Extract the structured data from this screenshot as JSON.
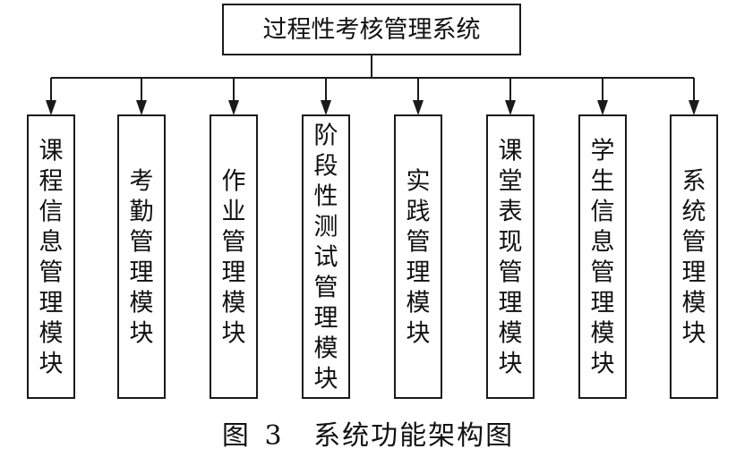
{
  "root": {
    "label": "过程性考核管理系统"
  },
  "modules": [
    {
      "label": "课程信息管理模块"
    },
    {
      "label": "考勤管理模块"
    },
    {
      "label": "作业管理模块"
    },
    {
      "label": "阶段性测试管理模块"
    },
    {
      "label": "实践管理模块"
    },
    {
      "label": "课堂表现管理模块"
    },
    {
      "label": "学生信息管理模块"
    },
    {
      "label": "系统管理模块"
    }
  ],
  "caption": {
    "figure": "图",
    "number": "3",
    "title": "系统功能架构图"
  }
}
